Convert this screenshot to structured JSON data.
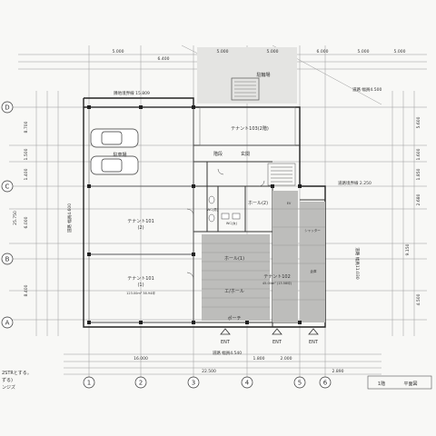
{
  "plan": {
    "grid_columns": [
      "1",
      "2",
      "3",
      "4",
      "5",
      "6"
    ],
    "grid_rows": [
      "D",
      "C",
      "B",
      "A"
    ],
    "rooms": {
      "tenant_101_2": "テナント101",
      "tenant_101_2_sub": "(2)",
      "tenant_101_1": "テナント101",
      "tenant_101_1_sub": "(1)",
      "tenant_101_1_area": "123.00m² 38.94坪",
      "tenant_102": "テナント102",
      "tenant_102_area": "45.00m² (13.58坪)",
      "tenant_103": "テナント103(2階)",
      "parking": "駐車場",
      "hall_top": "ホール(2)",
      "hall_mid": "ホール(1)",
      "hall_low": "エ/ホール",
      "stair": "階段",
      "entrance": "玄関",
      "toilet_m": "WC(男)",
      "toilet_w": "WC(女)",
      "porch": "ポーチ",
      "shutter": "シャッター",
      "storage": "倉庫",
      "elevator": "EV",
      "parking_top": "駐輪場"
    },
    "roads": {
      "east_top": "道路 幅員4.500",
      "west": "道路 幅員4.600",
      "south": "道路 幅員4.540",
      "east": "道路 幅員11.030",
      "boundary_top": "隣地境界線 15.809",
      "boundary_right": "道路境界線 2.250"
    },
    "entrances": [
      "ENT",
      "ENT",
      "ENT"
    ],
    "dims_top": [
      "5.000",
      "6.400",
      "5.000",
      "5.000",
      "6.000",
      "5.000",
      "5.000"
    ],
    "dims_bottom_1": [
      "16.000",
      "1.800",
      "2.000"
    ],
    "dims_bottom_2": [
      "22.500",
      "2.890"
    ],
    "dims_left": [
      "8.700",
      "1.500",
      "1.400",
      "6.000",
      "25.750",
      "8.400"
    ],
    "dims_right": [
      "5.600",
      "1.600",
      "1.850",
      "2.680",
      "9.150",
      "4.500"
    ],
    "notes": [
      "2STRとする。",
      "ずる)",
      "ンジズ"
    ],
    "title_block": [
      "1階",
      "平面図"
    ]
  }
}
